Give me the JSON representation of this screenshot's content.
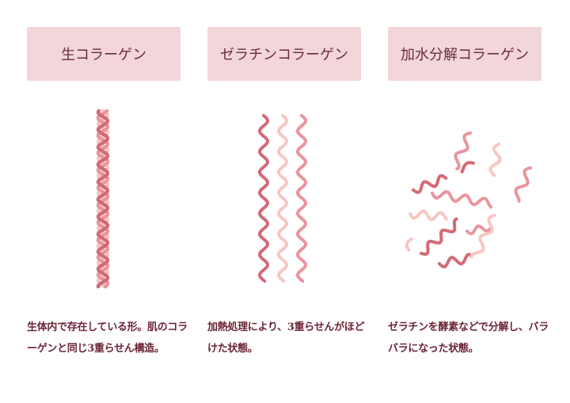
{
  "columns": [
    {
      "title": "生コラーゲン",
      "description": "生体内で存在している形。肌のコラーゲンと同じ3重らせん構造。"
    },
    {
      "title": "ゼラチンコラーゲン",
      "description": "加熱処理により、3重らせんがほどけた状態。"
    },
    {
      "title": "加水分解コラーゲン",
      "description": "ゼラチンを酵素などで分解し、バラバラになった状態。"
    }
  ],
  "colors": {
    "dark": "#d46a76",
    "medium": "#e9959d",
    "light": "#f9c6c3",
    "header_bg": "#f2d6da",
    "text": "#6b2436"
  }
}
